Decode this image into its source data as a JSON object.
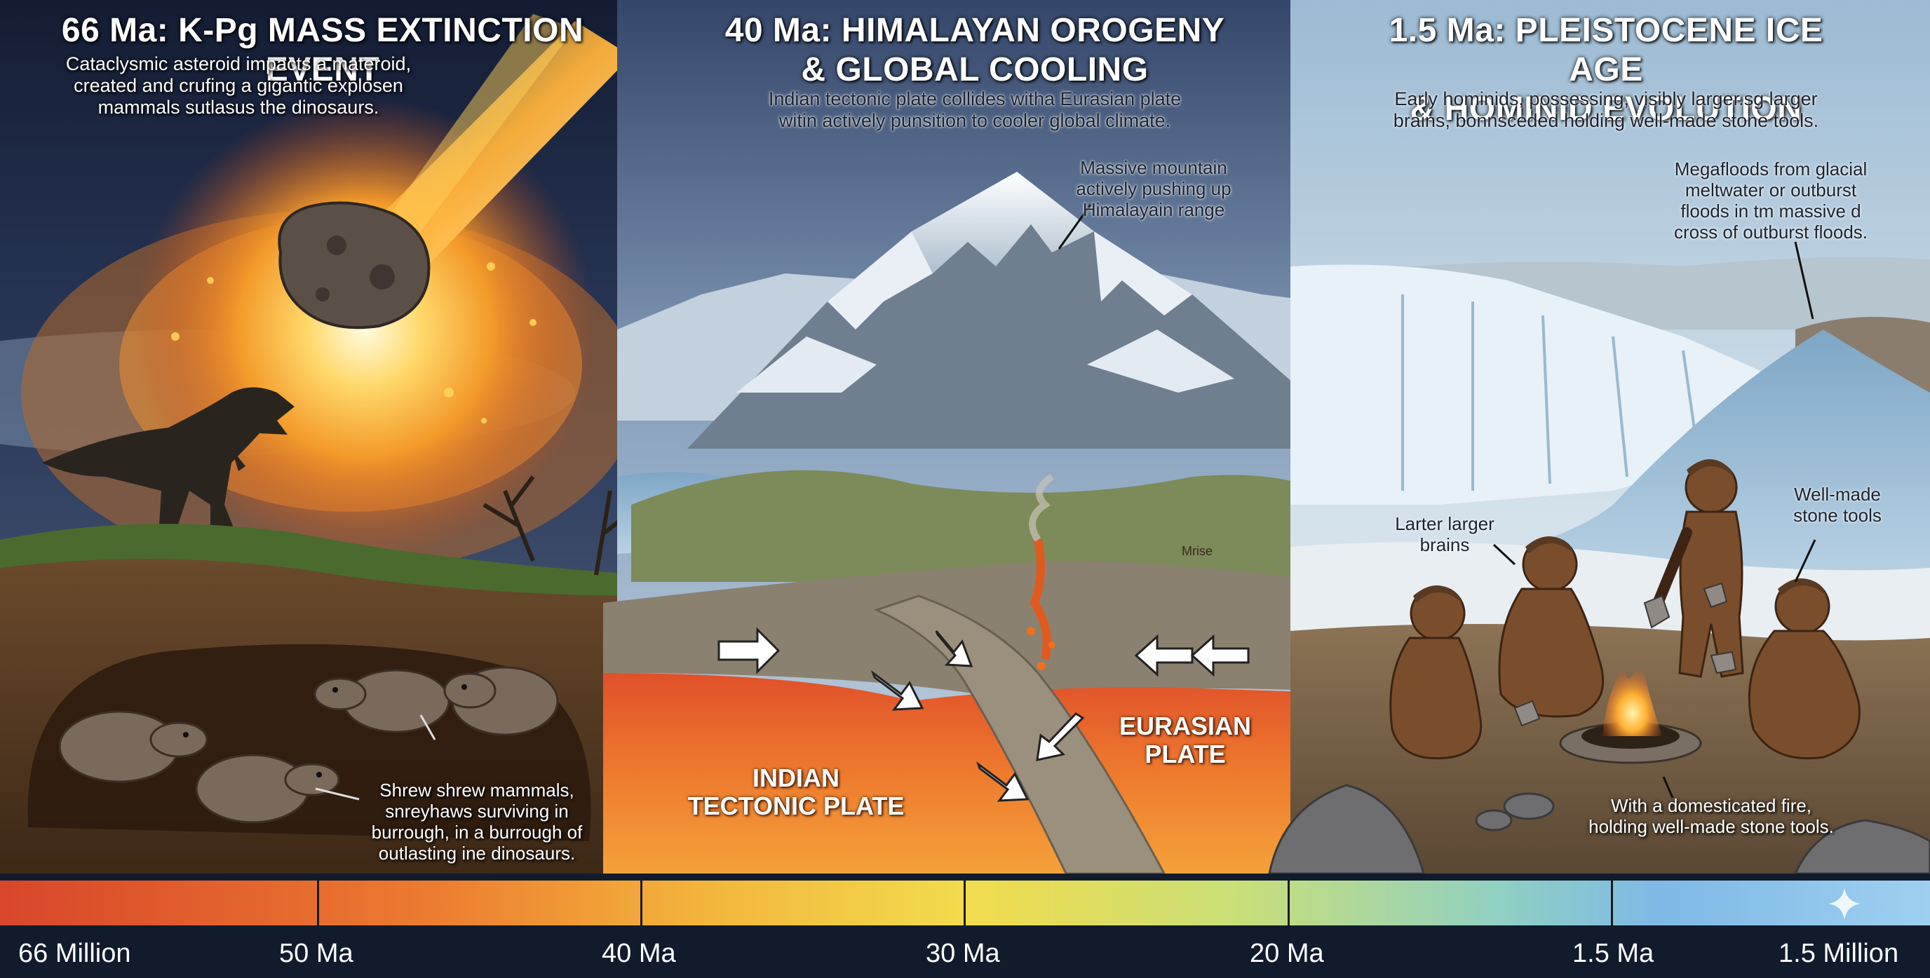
{
  "panels": [
    {
      "title": "66 Ma: K-Pg MASS EXTINCTION EVENT",
      "description": [
        "Cataclysmic asteroid impacts a materoid,",
        "created and crufing a gigantic explosen",
        "mammals sutlasus the dinosaurs."
      ]
    },
    {
      "title": [
        "40 Ma: HIMALAYAN OROGENY",
        "& GLOBAL COOLING"
      ],
      "description": [
        "Indian tectonic plate collides witha Eurasian plate",
        "witin actively punsition to cooler global climate."
      ]
    },
    {
      "title": [
        "1.5 Ma: PLEISTOCENE ICE AGE",
        "& HOMINID EVOLUTION"
      ],
      "description": [
        "Early hominids, possessing, visibly larger.sg  larger",
        "brains, bonnsceded holding well-made stone tools."
      ]
    }
  ],
  "annotations": {
    "mountain": [
      "Massive mountain",
      "actively pushing up",
      "Himalayain range"
    ],
    "megafloods": [
      "Megafloods from glacial",
      "meltwater or outburst",
      "floods in tm massive d",
      "cross of outburst floods."
    ],
    "brains": [
      "Larter larger",
      "brains"
    ],
    "tools": [
      "Well-made",
      "stone tools"
    ],
    "shrews": [
      "Shrew shrew mammals,",
      "snreyhaws surviving in",
      "burrough, in a burrough of",
      "outlasting ine dinosaurs."
    ],
    "fire": [
      "With a domesticated fire,",
      "holding well-made stone tools."
    ],
    "magma_label": "Mrise"
  },
  "plates": {
    "indian": [
      "INDIAN",
      "TECTONIC PLATE"
    ],
    "eurasian": [
      "EURASIAN",
      "PLATE"
    ]
  },
  "timeline": {
    "labels": [
      "66 Million",
      "50 Ma",
      "40 Ma",
      "30 Ma",
      "20 Ma",
      "1.5 Ma",
      "1.5 Million"
    ],
    "colors": [
      "#d8462b",
      "#ec7a30",
      "#f3b33c",
      "#f2dc4d",
      "#c9df78",
      "#8fcfc4",
      "#9ecff0"
    ]
  },
  "palette": {
    "asteroid_fire": "#f39a2a",
    "sky_left": "#1c2a4a",
    "sky_right": "#b9d3e6",
    "ice": "#e8f1f7",
    "magma": "#e9542a",
    "crust": "#8b8170"
  },
  "icons": [
    "asteroid-icon",
    "t-rex-icon",
    "shrew-icon",
    "arrow-icon",
    "campfire-icon",
    "hominid-icon",
    "sparkle-icon"
  ]
}
